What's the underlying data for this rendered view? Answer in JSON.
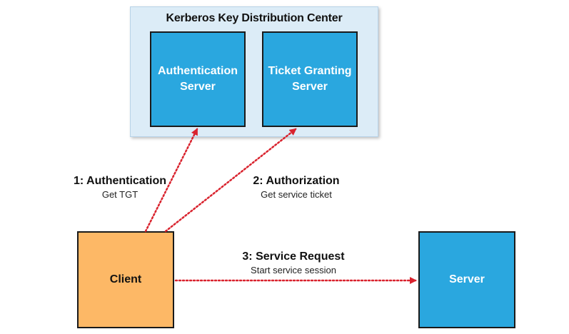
{
  "kdc": {
    "title": "Kerberos Key Distribution Center",
    "authentication_server": "Authentication\nServer",
    "ticket_granting_server": "Ticket Granting\nServer"
  },
  "client": {
    "label": "Client"
  },
  "server": {
    "label": "Server"
  },
  "steps": [
    {
      "title": "1: Authentication",
      "subtitle": "Get TGT"
    },
    {
      "title": "2: Authorization",
      "subtitle": "Get service ticket"
    },
    {
      "title": "3: Service Request",
      "subtitle": "Start service session"
    }
  ],
  "colors": {
    "kdc_background": "#dcecf7",
    "server_box": "#2aa7df",
    "client_box": "#fdb866",
    "arrow": "#d9232e"
  }
}
